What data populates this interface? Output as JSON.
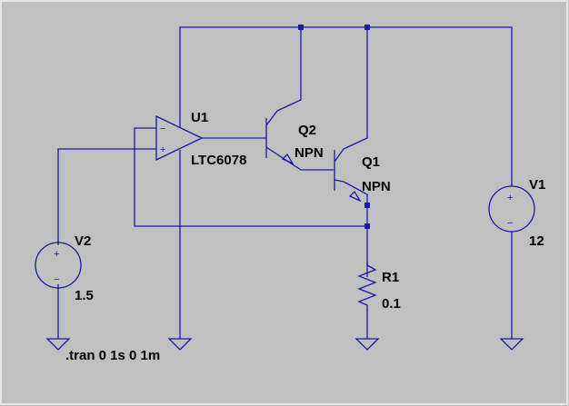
{
  "components": {
    "u1": {
      "ref": "U1",
      "part": "LTC6078",
      "inverting_pin": "−",
      "noninverting_pin": "+"
    },
    "q1": {
      "ref": "Q1",
      "type": "NPN"
    },
    "q2": {
      "ref": "Q2",
      "type": "NPN"
    },
    "r1": {
      "ref": "R1",
      "value": "0.1"
    },
    "v1": {
      "ref": "V1",
      "value": "12",
      "plus": "+",
      "minus": "−"
    },
    "v2": {
      "ref": "V2",
      "value": "1.5",
      "plus": "+",
      "minus": "−"
    }
  },
  "directive": ".tran 0 1s 0 1m",
  "colors": {
    "background": "#c0c0c0",
    "wire": "#1a1aa8",
    "text": "#000000"
  }
}
